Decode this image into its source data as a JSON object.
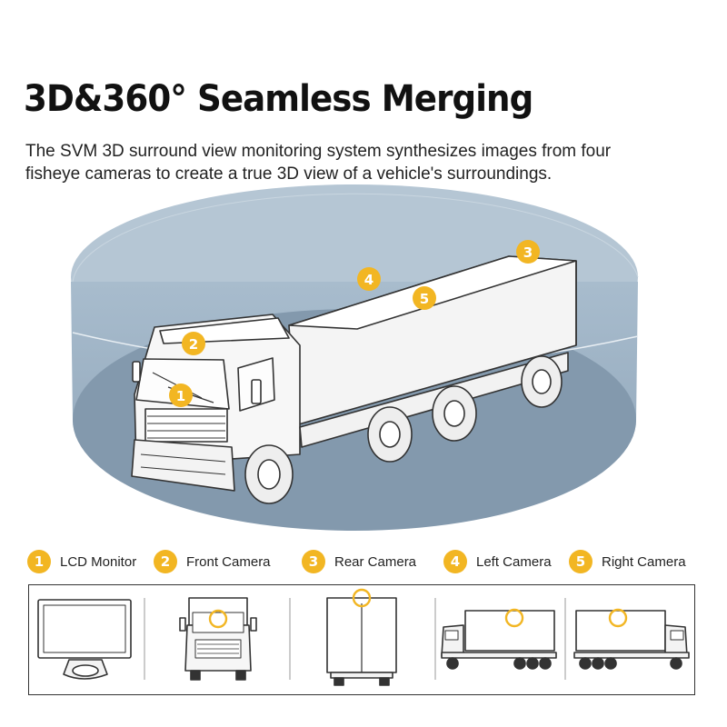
{
  "title": "3D&360° Seamless Merging",
  "description": "The SVM 3D surround view monitoring system synthesizes images from four fisheye cameras to create a true 3D view of a vehicle's surroundings.",
  "colors": {
    "accent": "#f2b623",
    "dome": "#9fb2c3",
    "floor": "#7f96ab"
  },
  "markers": [
    "1",
    "2",
    "3",
    "4",
    "5"
  ],
  "legend": [
    {
      "number": "1",
      "label": "LCD Monitor"
    },
    {
      "number": "2",
      "label": "Front Camera"
    },
    {
      "number": "3",
      "label": "Rear Camera"
    },
    {
      "number": "4",
      "label": "Left Camera"
    },
    {
      "number": "5",
      "label": "Right Camera"
    }
  ]
}
